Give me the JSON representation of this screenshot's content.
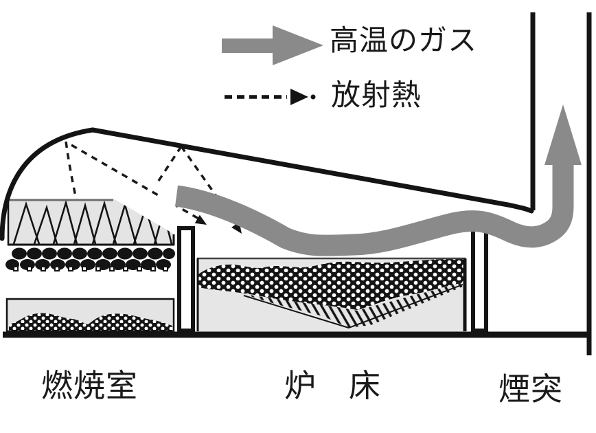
{
  "legend": {
    "hot_gas_label": "高温のガス",
    "radiant_heat_label": "放射熱"
  },
  "labels": {
    "combustion_chamber": "燃焼室",
    "hearth": "炉　床",
    "chimney": "煙突"
  },
  "colors": {
    "gas_gray": "#8a8a8a",
    "line_black": "#141414",
    "light_gray_fill": "#e4e4e4",
    "text_black": "#1a1a1a",
    "background": "#ffffff"
  }
}
